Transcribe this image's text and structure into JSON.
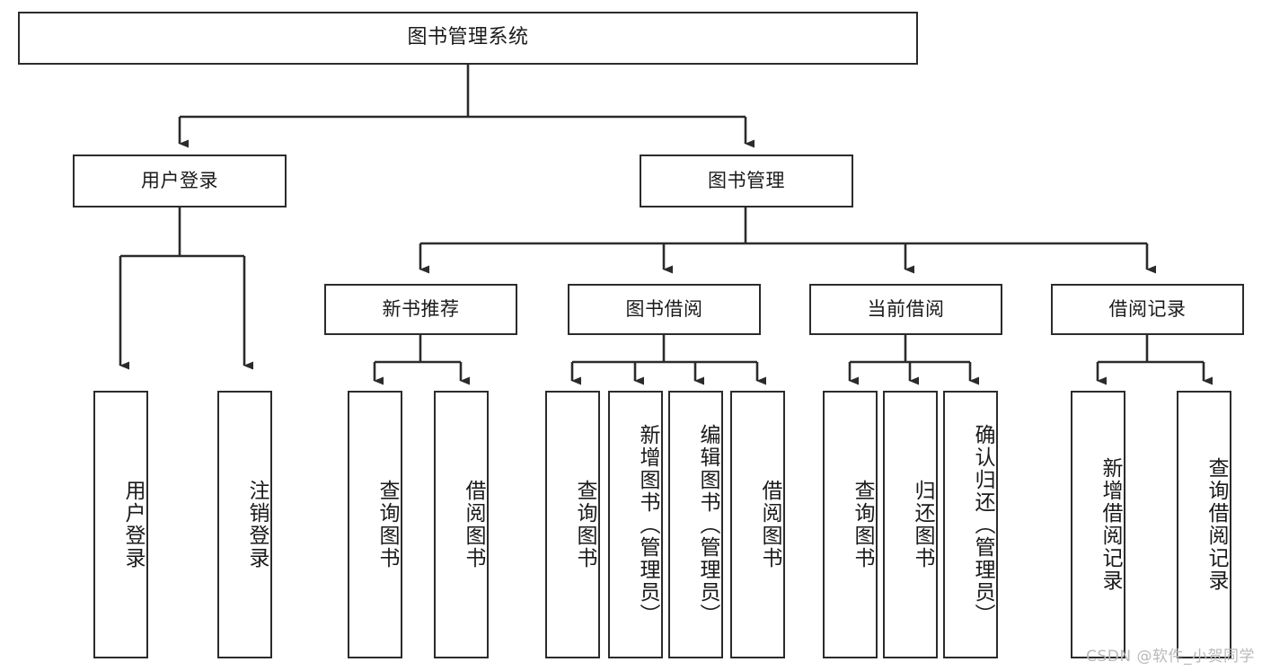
{
  "diagram": {
    "title": "图书管理系统",
    "type": "tree-hierarchy",
    "orientation": "top-down",
    "colors": {
      "box_border": "#2b2b2b",
      "box_fill": "#ffffff",
      "edge": "#2b2b2b",
      "text": "#1a1a1a",
      "watermark": "#b9b9b9"
    }
  },
  "nodes": {
    "root": {
      "label": "图书管理系统"
    },
    "level2": [
      {
        "id": "user-login",
        "label": "用户登录"
      },
      {
        "id": "book-management",
        "label": "图书管理"
      }
    ],
    "level3": [
      {
        "id": "new-book-recommend",
        "label": "新书推荐"
      },
      {
        "id": "book-borrow",
        "label": "图书借阅"
      },
      {
        "id": "current-borrow",
        "label": "当前借阅"
      },
      {
        "id": "borrow-record",
        "label": "借阅记录"
      }
    ],
    "leaves": {
      "user-login": [
        {
          "id": "leaf-user-login",
          "label": "用户登录"
        },
        {
          "id": "leaf-logout",
          "label": "注销登录"
        }
      ],
      "new-book-recommend": [
        {
          "id": "leaf-query-book-1",
          "label": "查询图书"
        },
        {
          "id": "leaf-borrow-book-1",
          "label": "借阅图书"
        }
      ],
      "book-borrow": [
        {
          "id": "leaf-query-book-2",
          "label": "查询图书"
        },
        {
          "id": "leaf-add-book",
          "label": "新增图书（管理员）"
        },
        {
          "id": "leaf-edit-book",
          "label": "编辑图书（管理员）"
        },
        {
          "id": "leaf-borrow-book-2",
          "label": "借阅图书"
        }
      ],
      "current-borrow": [
        {
          "id": "leaf-query-book-3",
          "label": "查询图书"
        },
        {
          "id": "leaf-return-book",
          "label": "归还图书"
        },
        {
          "id": "leaf-confirm-return",
          "label": "确认归还（管理员）"
        }
      ],
      "borrow-record": [
        {
          "id": "leaf-add-record",
          "label": "新增借阅记录"
        },
        {
          "id": "leaf-query-record",
          "label": "查询借阅记录"
        }
      ]
    }
  },
  "watermark": {
    "text": "CSDN @软件_小贺同学"
  }
}
